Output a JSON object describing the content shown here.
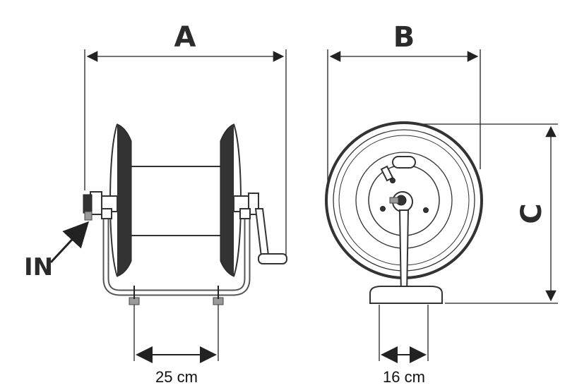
{
  "labels": {
    "dim_a": "A",
    "dim_b": "B",
    "dim_c": "C",
    "inlet": "IN",
    "foot_width_front": "25 cm",
    "foot_width_side": "16 cm"
  }
}
